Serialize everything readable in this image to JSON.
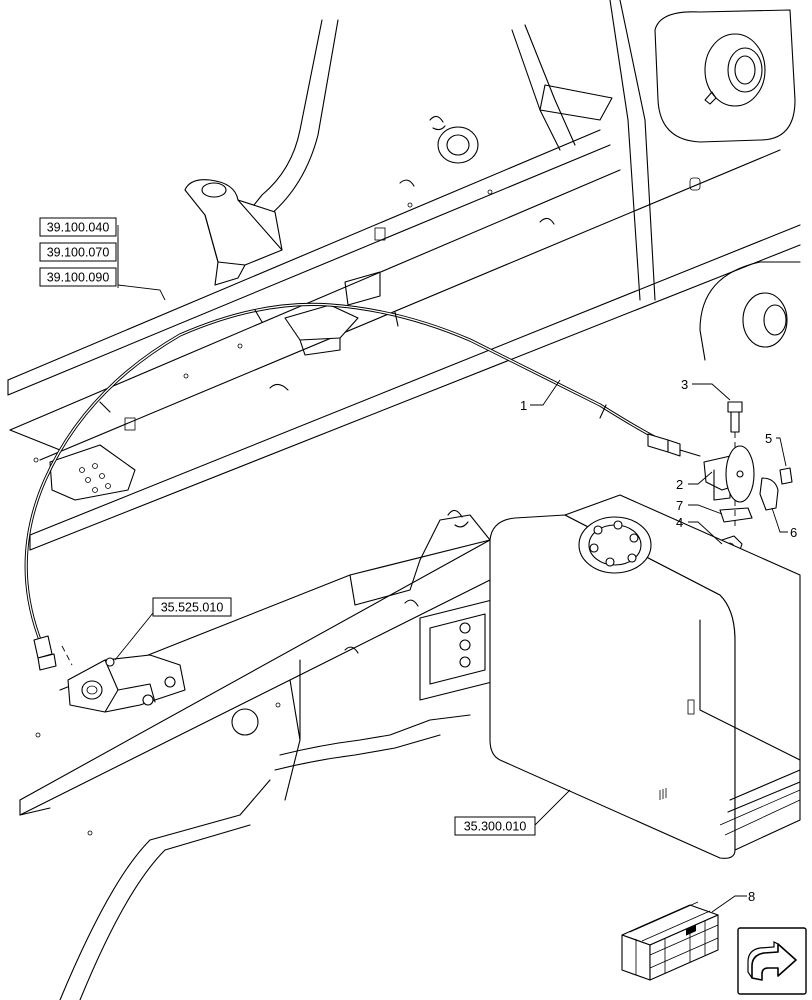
{
  "refs": {
    "r1": "39.100.040",
    "r2": "39.100.070",
    "r3": "39.100.090",
    "r4": "35.525.010",
    "r5": "35.300.010"
  },
  "callouts": {
    "c1": "1",
    "c2": "2",
    "c3": "3",
    "c4": "4",
    "c5": "5",
    "c6": "6",
    "c7": "7",
    "c8": "8"
  },
  "icons": {
    "kit": "kit-crate-icon",
    "nav": "navigate-arrow-icon"
  }
}
